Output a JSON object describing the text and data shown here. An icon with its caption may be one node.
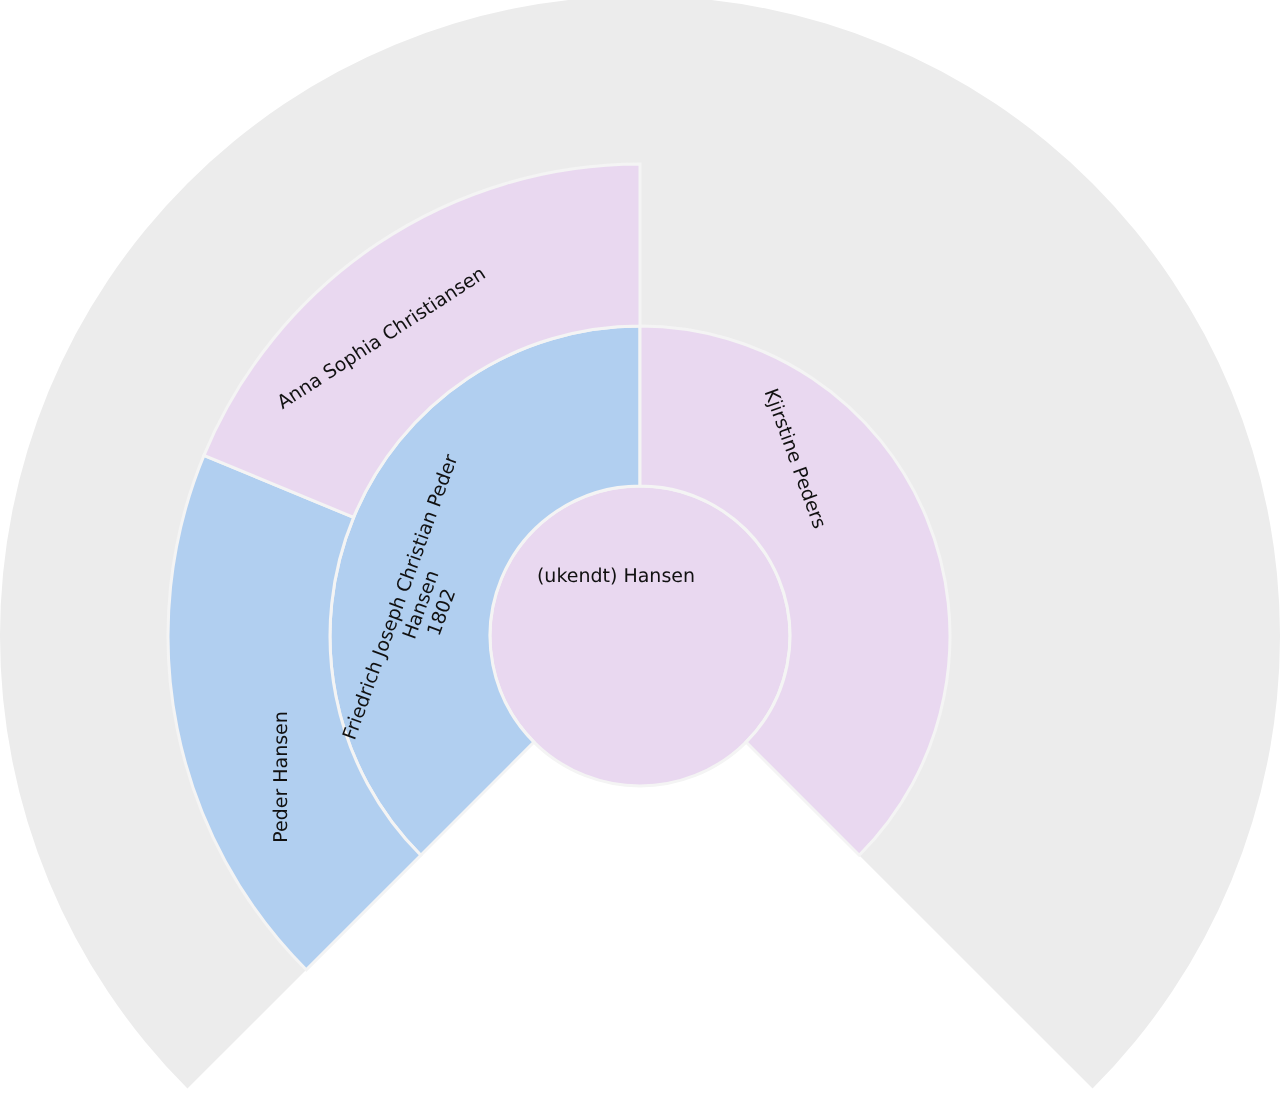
{
  "diagram": {
    "nodes": [
      {
        "text": [
          "(ukendt) Hansen"
        ]
      },
      {
        "text": [
          "Friedrich Joseph Christian Peder Hansen",
          "1802"
        ]
      },
      {
        "text": [
          "Kjirstine Peders"
        ]
      },
      {
        "text": [
          "Peder Hansen"
        ]
      },
      {
        "text": [
          "Anna Sophia Christiansen"
        ]
      }
    ]
  }
}
